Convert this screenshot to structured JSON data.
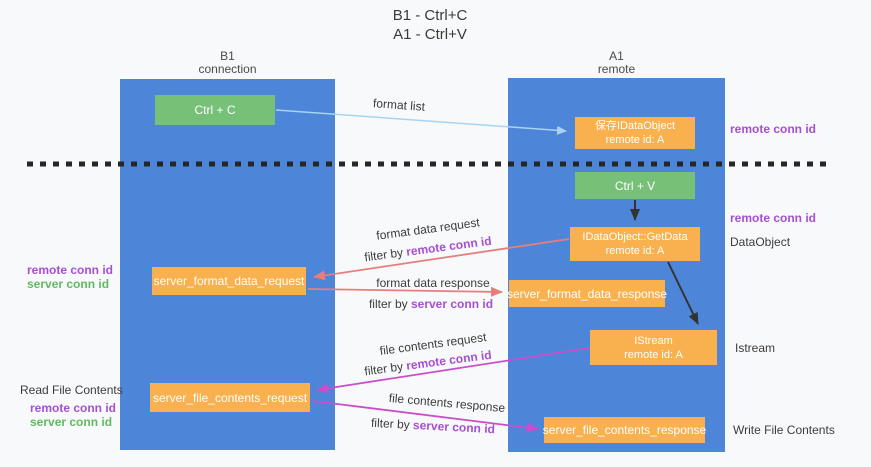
{
  "title": {
    "line1": "B1 - Ctrl+C",
    "line2": "A1 - Ctrl+V"
  },
  "lanes": {
    "left": {
      "title": "B1",
      "subtitle": "connection"
    },
    "right": {
      "title": "A1",
      "subtitle": "remote"
    }
  },
  "nodes": {
    "ctrl_c": {
      "label": "Ctrl + C"
    },
    "save_idataobject": {
      "line1": "保存IDataObject",
      "line2": "remote id: A"
    },
    "ctrl_v": {
      "label": "Ctrl + V"
    },
    "getdata": {
      "line1": "IDataObject::GetData",
      "line2": "remote id: A"
    },
    "format_request": {
      "label": "server_format_data_request"
    },
    "format_response": {
      "label": "server_format_data_response"
    },
    "istream": {
      "line1": "IStream",
      "line2": "remote id: A"
    },
    "file_request": {
      "label": "server_file_contents_request"
    },
    "file_response": {
      "label": "server_file_contents_response"
    }
  },
  "flows": {
    "format_list": {
      "label": "format list"
    },
    "format_request": {
      "label": "format data request",
      "filter_prefix": "filter by ",
      "filter_key": "remote conn id"
    },
    "format_response": {
      "label": "format data response",
      "filter_prefix": "filter by ",
      "filter_key": "server conn id"
    },
    "file_request": {
      "label": "file contents request",
      "filter_prefix": "filter by ",
      "filter_key": "remote conn id"
    },
    "file_response": {
      "label": "file contents response",
      "filter_prefix": "filter by ",
      "filter_key": "server conn id"
    }
  },
  "annotations": {
    "right_remote_conn_top": "remote conn id",
    "right_remote_conn_mid": "remote conn id",
    "dataobject": "DataObject",
    "istream": "Istream",
    "write_file_contents": "Write File Contents",
    "left_remote_conn_mid": "remote conn id",
    "left_server_conn_mid": "server conn id",
    "read_file_contents": "Read File Contents",
    "left_remote_conn_bottom": "remote conn id",
    "left_server_conn_bottom": "server conn id"
  },
  "colors": {
    "background": "#f8f9fa",
    "lane_blue": "#4d86d8",
    "node_green": "#77c077",
    "node_orange": "#f9b04e",
    "conn_purple": "#a74fd4",
    "conn_green": "#62b962",
    "arrow_blue": "#a9d3f2",
    "arrow_black": "#333333",
    "arrow_salmon": "#e87d7d",
    "arrow_magenta": "#cc4ccc"
  }
}
